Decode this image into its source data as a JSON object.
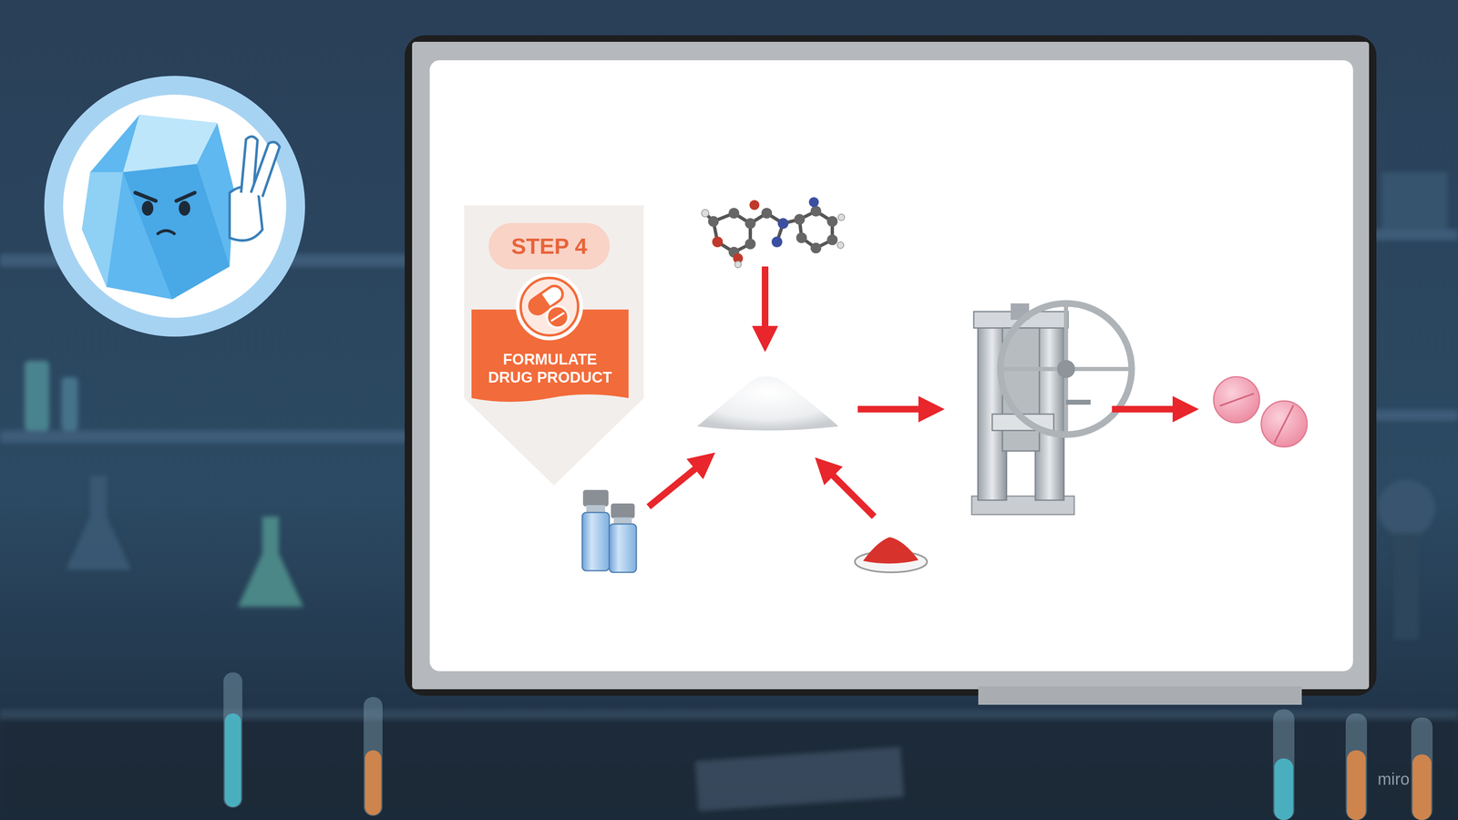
{
  "diagram": {
    "nodes": [
      {
        "text": [
          "STEP 4",
          "FORMULATE DRUG PRODUCT"
        ]
      }
    ],
    "labels": [
      "miro"
    ]
  }
}
